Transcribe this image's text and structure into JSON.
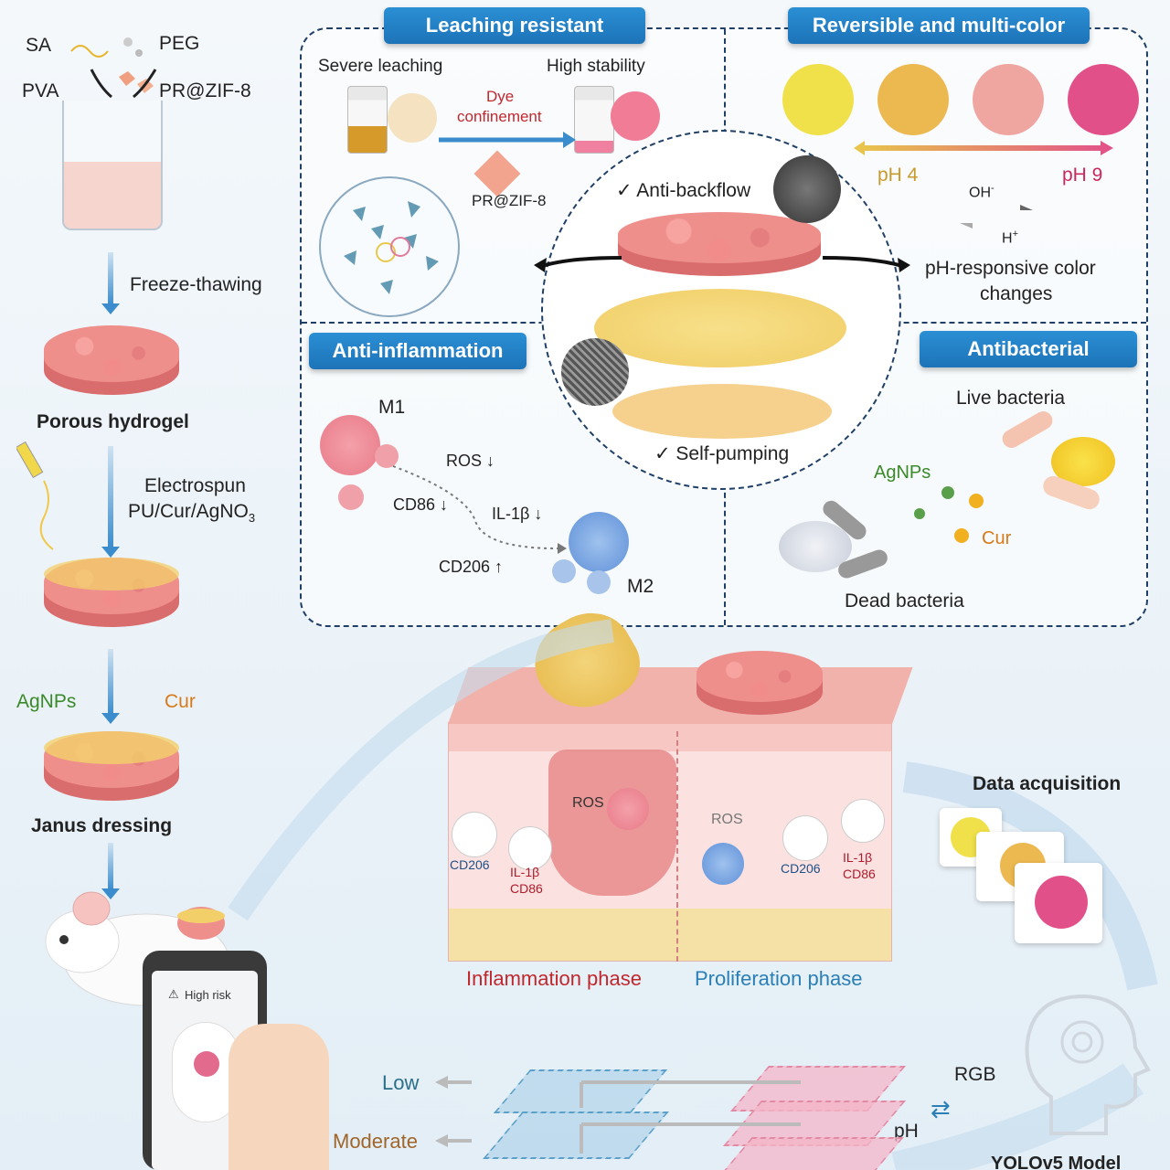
{
  "left_column": {
    "ingredients": {
      "sa": "SA",
      "peg": "PEG",
      "pva": "PVA",
      "pr_zif8": "PR@ZIF-8"
    },
    "step1": "Freeze-thawing",
    "stage1": "Porous hydrogel",
    "step2_line1": "Electrospun",
    "step2_line2": "PU/Cur/AgNO",
    "step2_sub": "3",
    "agnps": "AgNPs",
    "cur": "Cur",
    "stage3": "Janus dressing"
  },
  "phone": {
    "warning": "High risk"
  },
  "panels": {
    "leaching": {
      "title": "Leaching resistant",
      "severe": "Severe leaching",
      "stable": "High stability",
      "dye_line1": "Dye",
      "dye_line2": "confinement",
      "pr_label": "PR@ZIF-8"
    },
    "color": {
      "title": "Reversible and multi-color",
      "ph4": "pH 4",
      "ph9": "pH 9",
      "oh": "OH",
      "oh_sup": "-",
      "h": "H",
      "h_sup": "+",
      "caption_line1": "pH-responsive color",
      "caption_line2": "changes"
    },
    "center": {
      "anti_backflow": "✓ Anti-backflow",
      "self_pumping": "✓ Self-pumping"
    },
    "inflammation": {
      "title": "Anti-inflammation",
      "m1": "M1",
      "m2": "M2",
      "ros": "ROS",
      "cd86": "CD86",
      "il1b": "IL-1β",
      "cd206": "CD206"
    },
    "antibacterial": {
      "title": "Antibacterial",
      "live": "Live bacteria",
      "agnps": "AgNPs",
      "cur": "Cur",
      "dead": "Dead bacteria"
    }
  },
  "skin": {
    "ros_left": "ROS",
    "ros_right": "ROS",
    "left_cd206": "CD206",
    "left_il1b": "IL-1β",
    "left_cd86": "CD86",
    "right_cd206": "CD206",
    "right_il1b": "IL-1β",
    "right_cd86": "CD86",
    "phase_inflammation": "Inflammation phase",
    "phase_proliferation": "Proliferation phase"
  },
  "ml": {
    "data_acquisition": "Data acquisition",
    "rgb": "RGB",
    "ph": "pH",
    "model": "YOLOv5 Model",
    "low": "Low",
    "moderate": "Moderate"
  },
  "colors": {
    "title_blue": "#1d73b8",
    "pink_gel": "#ee8f8c",
    "yellow_fiber": "#f3cf6a",
    "ph4_yellow": "#f0e04a",
    "ph9_pink": "#e2508a"
  }
}
